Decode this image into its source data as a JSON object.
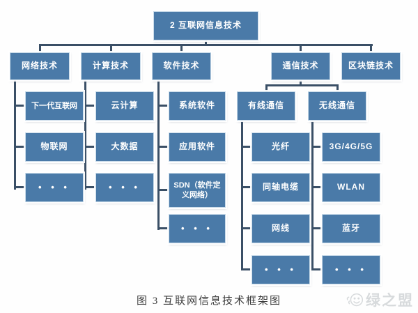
{
  "diagram": {
    "root": {
      "label": "2 互联网信息技术"
    },
    "branches": [
      {
        "label": "网络技术",
        "children": [
          {
            "label": "下一代互联网"
          },
          {
            "label": "物联网"
          },
          {
            "label": "• • •"
          }
        ]
      },
      {
        "label": "计算技术",
        "children": [
          {
            "label": "云计算"
          },
          {
            "label": "大数据"
          },
          {
            "label": "• • •"
          }
        ]
      },
      {
        "label": "软件技术",
        "children": [
          {
            "label": "系统软件"
          },
          {
            "label": "应用软件"
          },
          {
            "label": "SDN（软件定义网络）"
          },
          {
            "label": "• • •"
          }
        ]
      },
      {
        "label": "通信技术",
        "children": [
          {
            "label": "有线通信",
            "children": [
              {
                "label": "光纤"
              },
              {
                "label": "同轴电缆"
              },
              {
                "label": "网线"
              },
              {
                "label": "• • •"
              }
            ]
          },
          {
            "label": "无线通信",
            "children": [
              {
                "label": "3G/4G/5G"
              },
              {
                "label": "WLAN"
              },
              {
                "label": "蓝牙"
              },
              {
                "label": "• • •"
              }
            ]
          }
        ]
      },
      {
        "label": "区块链技术",
        "children": []
      }
    ]
  },
  "caption": "图 3 互联网信息技术框架图",
  "watermark": {
    "text": "绿之盟",
    "icon": "smiley-face-logo"
  },
  "colors": {
    "node_fill": "#4a7aa8",
    "node_border": "#c9dbe9",
    "node_text": "#ffffff",
    "connector": "#3a4f66",
    "caption_text": "#3b3b3b",
    "watermark_text": "#d7dadc"
  }
}
